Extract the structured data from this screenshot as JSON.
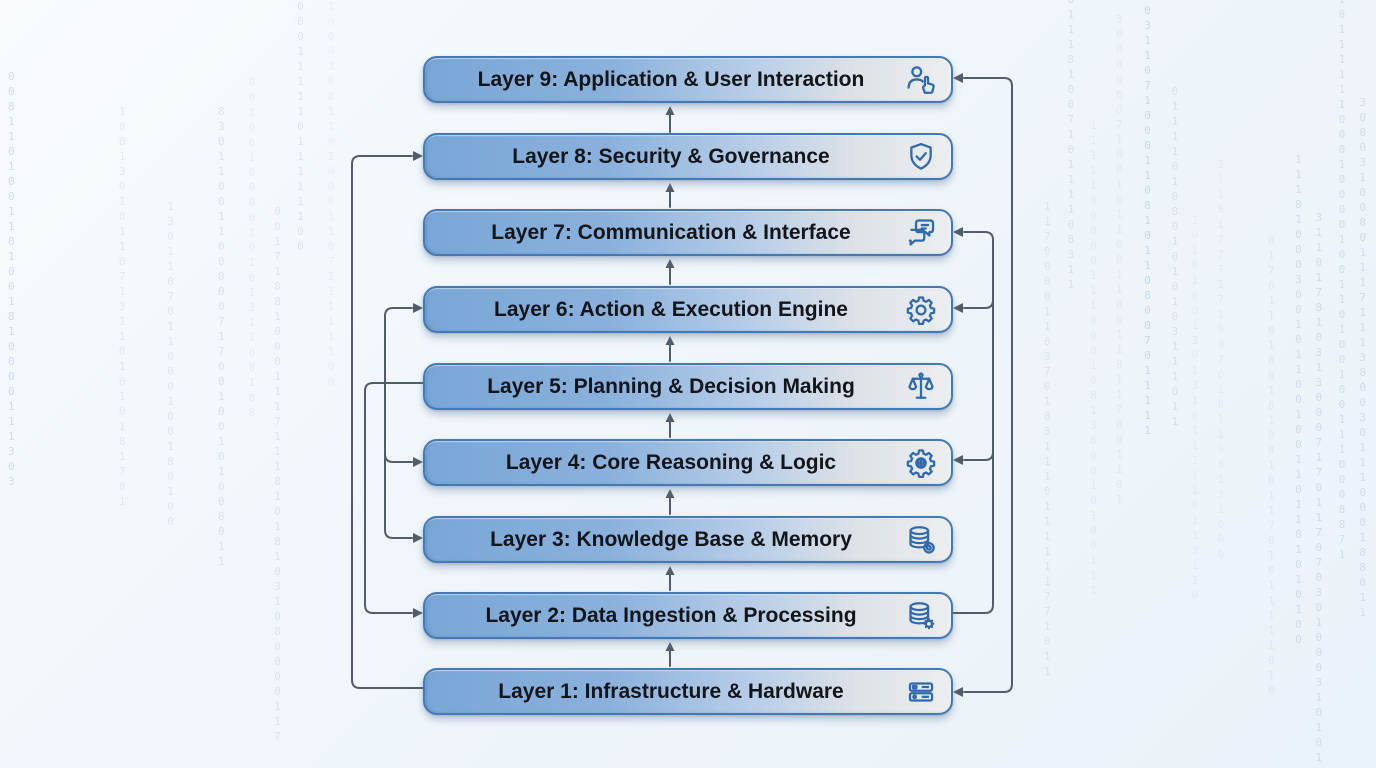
{
  "diagram": {
    "type": "layered-architecture",
    "layers": [
      {
        "id": "L9",
        "label": "Layer 9: Application & User Interaction",
        "icon": "user-interaction-icon"
      },
      {
        "id": "L8",
        "label": "Layer 8: Security & Governance",
        "icon": "shield-check-icon"
      },
      {
        "id": "L7",
        "label": "Layer 7: Communication & Interface",
        "icon": "chat-bubbles-icon"
      },
      {
        "id": "L6",
        "label": "Layer 6: Action & Execution Engine",
        "icon": "gear-icon"
      },
      {
        "id": "L5",
        "label": "Layer 5: Planning & Decision Making",
        "icon": "scale-icon"
      },
      {
        "id": "L4",
        "label": "Layer 4: Core Reasoning & Logic",
        "icon": "brain-gear-icon"
      },
      {
        "id": "L3",
        "label": "Layer 3: Knowledge Base & Memory",
        "icon": "database-search-icon"
      },
      {
        "id": "L2",
        "label": "Layer 2: Data Ingestion & Processing",
        "icon": "database-gear-icon"
      },
      {
        "id": "L1",
        "label": "Layer 1: Infrastructure & Hardware",
        "icon": "server-icon"
      }
    ],
    "connections": {
      "upward_flow": [
        "L1→L2",
        "L2→L3",
        "L3→L4",
        "L4→L5",
        "L5→L6",
        "L6→L7",
        "L7→L8",
        "L8→L9"
      ],
      "left_loops": [
        "L1→L8",
        "L5→L2",
        "→L6",
        "→L4",
        "→L3"
      ],
      "right_loops": [
        "L2→L7",
        "L2→L6",
        "L2→L4",
        "outer L9↔L1"
      ]
    },
    "colors": {
      "bar_blue": "#79a6d6",
      "bar_gray": "#eceef0",
      "bar_border": "#4479b3",
      "icon_blue": "#2e6aad",
      "line_gray": "#535d69",
      "text": "#121519",
      "background": "#f0f6fb"
    },
    "background_texture": "faint vertical columns of binary digits (0s and 1s)"
  }
}
